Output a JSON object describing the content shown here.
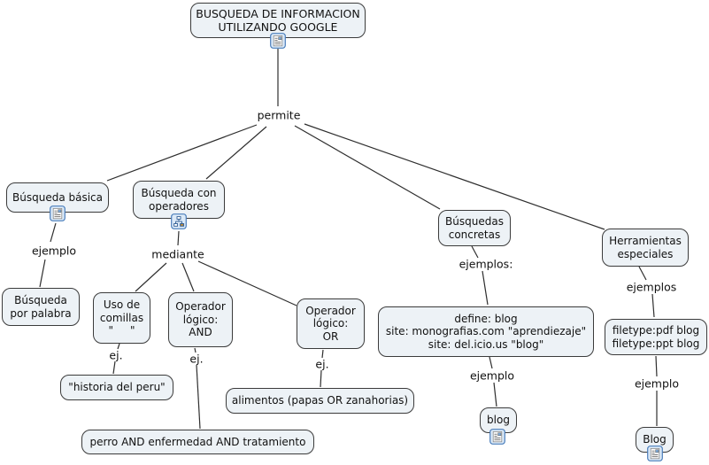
{
  "title": "BUSQUEDA DE INFORMACION UTILIZANDO GOOGLE",
  "nodes": {
    "top": {
      "text": "BUSQUEDA DE INFORMACION\nUTILIZANDO GOOGLE"
    },
    "busqueda_basica": {
      "text": "Búsqueda básica"
    },
    "busqueda_operadores": {
      "text": "Búsqueda con\noperadores"
    },
    "busqueda_por_palabra": {
      "text": "Búsqueda\npor palabra"
    },
    "uso_comillas": {
      "text": "Uso de\ncomillas\n\"     \""
    },
    "operador_and": {
      "text": "Operador\nlógico:\nAND"
    },
    "operador_or": {
      "text": "Operador\nlógico:\nOR"
    },
    "historia_peru": {
      "text": "\"historia del peru\""
    },
    "alimentos": {
      "text": "alimentos (papas OR zanahorias)"
    },
    "perro": {
      "text": "perro AND enfermedad AND tratamiento"
    },
    "busquedas_concretas": {
      "text": "Búsquedas\nconcretas"
    },
    "define_site": {
      "text": "define: blog\nsite: monografias.com \"aprendiezaje\"\nsite: del.icio.us \"blog\""
    },
    "herramientas": {
      "text": "Herramientas\nespeciales"
    },
    "filetype": {
      "text": "filetype:pdf blog\nfiletype:ppt blog"
    },
    "blog_lower": {
      "text": "blog"
    },
    "blog_upper": {
      "text": "Blog"
    }
  },
  "labels": {
    "permite": "permite",
    "ejemplo_basica": "ejemplo",
    "mediante": "mediante",
    "ej_comillas": "ej.",
    "ej_and": "ej.",
    "ej_or": "ej.",
    "ejemplos_concretas": "ejemplos:",
    "ejemplo_blog_lower": "ejemplo",
    "ejemplos_herramientas": "ejemplos",
    "ejemplo_blog_upper": "ejemplo"
  },
  "icons": {
    "top_resource": "document-resource-icon",
    "basica_resource": "document-resource-icon",
    "operadores_resource": "concept-map-resource-icon",
    "blog_lower_resource": "document-resource-icon",
    "blog_upper_resource": "document-resource-icon"
  },
  "colors": {
    "node_fill": "#edf2f6",
    "node_border": "#3b3b3b",
    "line": "#2e2e2e",
    "icon_border": "#4a7ebb",
    "icon_fill": "#dbe9f7"
  }
}
